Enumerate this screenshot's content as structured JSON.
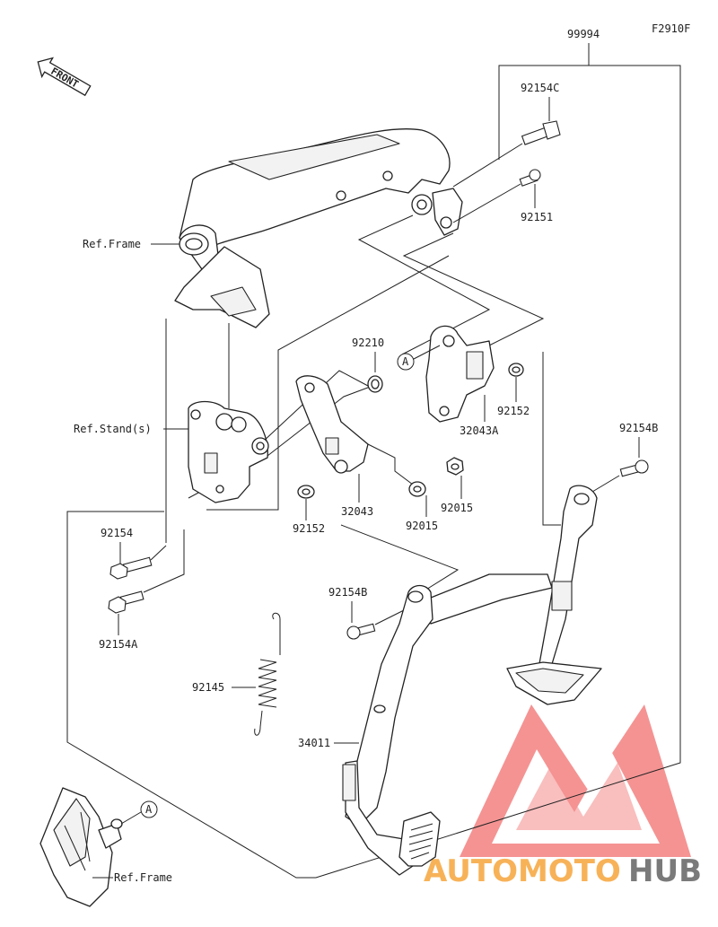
{
  "figure_code": "F2910F",
  "front_label": "FRONT",
  "parts": {
    "kit": "99994",
    "bolt_c": "92154C",
    "bolt_92151": "92151",
    "ref_frame_top": "Ref.Frame",
    "ref_stands": "Ref.Stand(s)",
    "collar_92210": "92210",
    "bracket_a": "32043A",
    "collar_92152_right": "92152",
    "bolt_b_right": "92154B",
    "bolt_92154": "92154",
    "bolt_a": "92154A",
    "collar_92152_left": "92152",
    "bracket": "32043",
    "nut_92015_left": "92015",
    "nut_92015_right": "92015",
    "bolt_b_left": "92154B",
    "spring": "92145",
    "stand": "34011",
    "ref_frame_bottom": "Ref.Frame"
  },
  "callouts": {
    "a_top": "A",
    "a_bottom": "A"
  },
  "watermark": {
    "brand_part1": "AUTOMOTO",
    "brand_part2": "HUB",
    "colors": {
      "orange": "#f6a53c",
      "red": "#ee3b3b",
      "gray": "#7a7a7a"
    }
  }
}
